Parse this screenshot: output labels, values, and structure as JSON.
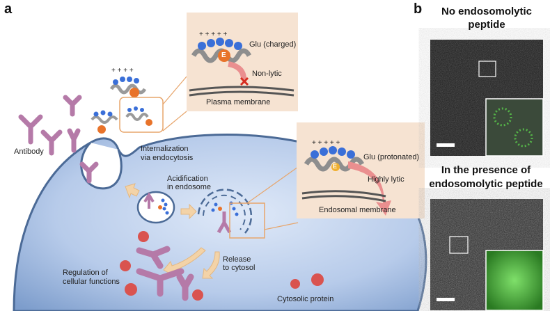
{
  "panel_a": {
    "letter": "a",
    "labels": {
      "antibody": "Antibody",
      "internalization_line1": "Internalization",
      "internalization_line2": "via endocytosis",
      "acidification_line1": "Acidification",
      "acidification_line2": "in endosome",
      "release_line1": "Release",
      "release_line2": "to cytosol",
      "regulation_line1": "Regulation of",
      "regulation_line2": "cellular functions",
      "cytosolic_protein": "Cytosolic protein"
    },
    "inset_top": {
      "glu_charged": "Glu (charged)",
      "non_lytic": "Non-lytic",
      "plasma_membrane": "Plasma membrane",
      "glu_letter": "E"
    },
    "inset_right": {
      "glu_protonated": "Glu (protonated)",
      "highly_lytic": "Highly lytic",
      "endosomal_membrane": "Endosomal membrane",
      "glu_letter": "E"
    }
  },
  "panel_b": {
    "letter": "b",
    "top_title_line1": "No endosomolytic",
    "top_title_line2": "peptide",
    "bottom_title_line1": "In the presence of",
    "bottom_title_line2": "endosomolytic peptide"
  },
  "colors": {
    "cell": "#a9c1e6",
    "cell_border": "#4b6a96",
    "antibody": "#b57aa8",
    "peptide_blue": "#3a6fd8",
    "glu_orange": "#e8732a",
    "inset_bg": "#f6e3d2",
    "arrow_pink": "#ea8f8f",
    "cytosolic_protein": "#d9534f",
    "gfp_green": "#57c44b"
  }
}
